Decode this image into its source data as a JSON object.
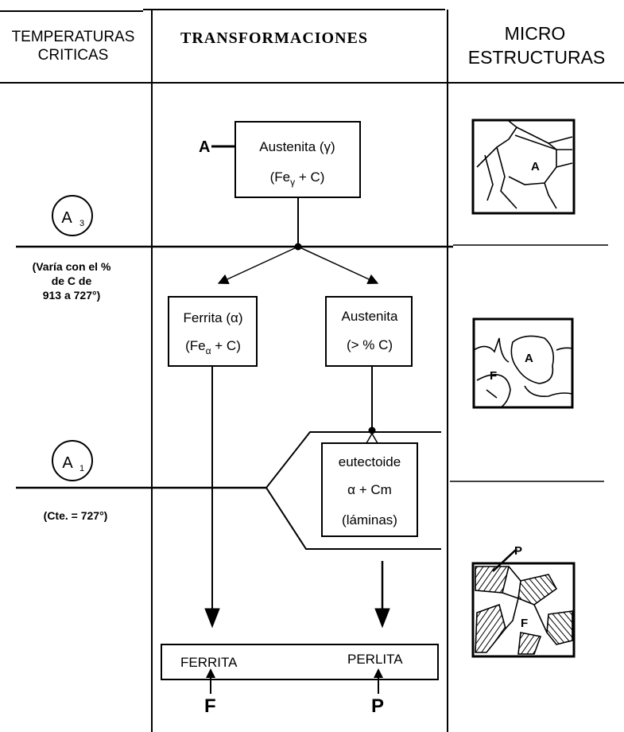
{
  "headers": {
    "temperaturas_line1": "TEMPERATURAS",
    "temperaturas_line2": "CRITICAS",
    "transformaciones": "TRANSFORMACIONES",
    "micro_line1": "MICRO",
    "micro_line2": "ESTRUCTURAS"
  },
  "critical_temps": {
    "a3_letter": "A",
    "a3_sub": "3",
    "a3_note_line1": "(Varía con el %",
    "a3_note_line2": "de C de",
    "a3_note_line3": "913 a 727°)",
    "a1_letter": "A",
    "a1_sub": "1",
    "a1_note": "(Cte. = 727°)"
  },
  "transformations": {
    "start_label": "A",
    "austenita_line1": "Austenita (γ)",
    "austenita_line2_a": "(Fe",
    "austenita_line2_sub": "γ",
    "austenita_line2_b": " + C)",
    "ferrita_line1": "Ferrita (α)",
    "ferrita_line2_a": "(Fe",
    "ferrita_line2_sub": "α",
    "ferrita_line2_b": " + C)",
    "austenita_rich_line1": "Austenita",
    "austenita_rich_line2": "(> % C)",
    "eutectoide_line1": "eutectoide",
    "eutectoide_line2": "α + Cm",
    "eutectoide_line3": "(láminas)",
    "final_ferrita": "FERRITA",
    "final_perlita": "PERLITA",
    "label_f": "F",
    "label_p": "P"
  },
  "microstructures": {
    "m1_label": "A",
    "m2_label_a": "A",
    "m2_label_f": "F",
    "m3_label_p": "P",
    "m3_label_f": "F"
  }
}
